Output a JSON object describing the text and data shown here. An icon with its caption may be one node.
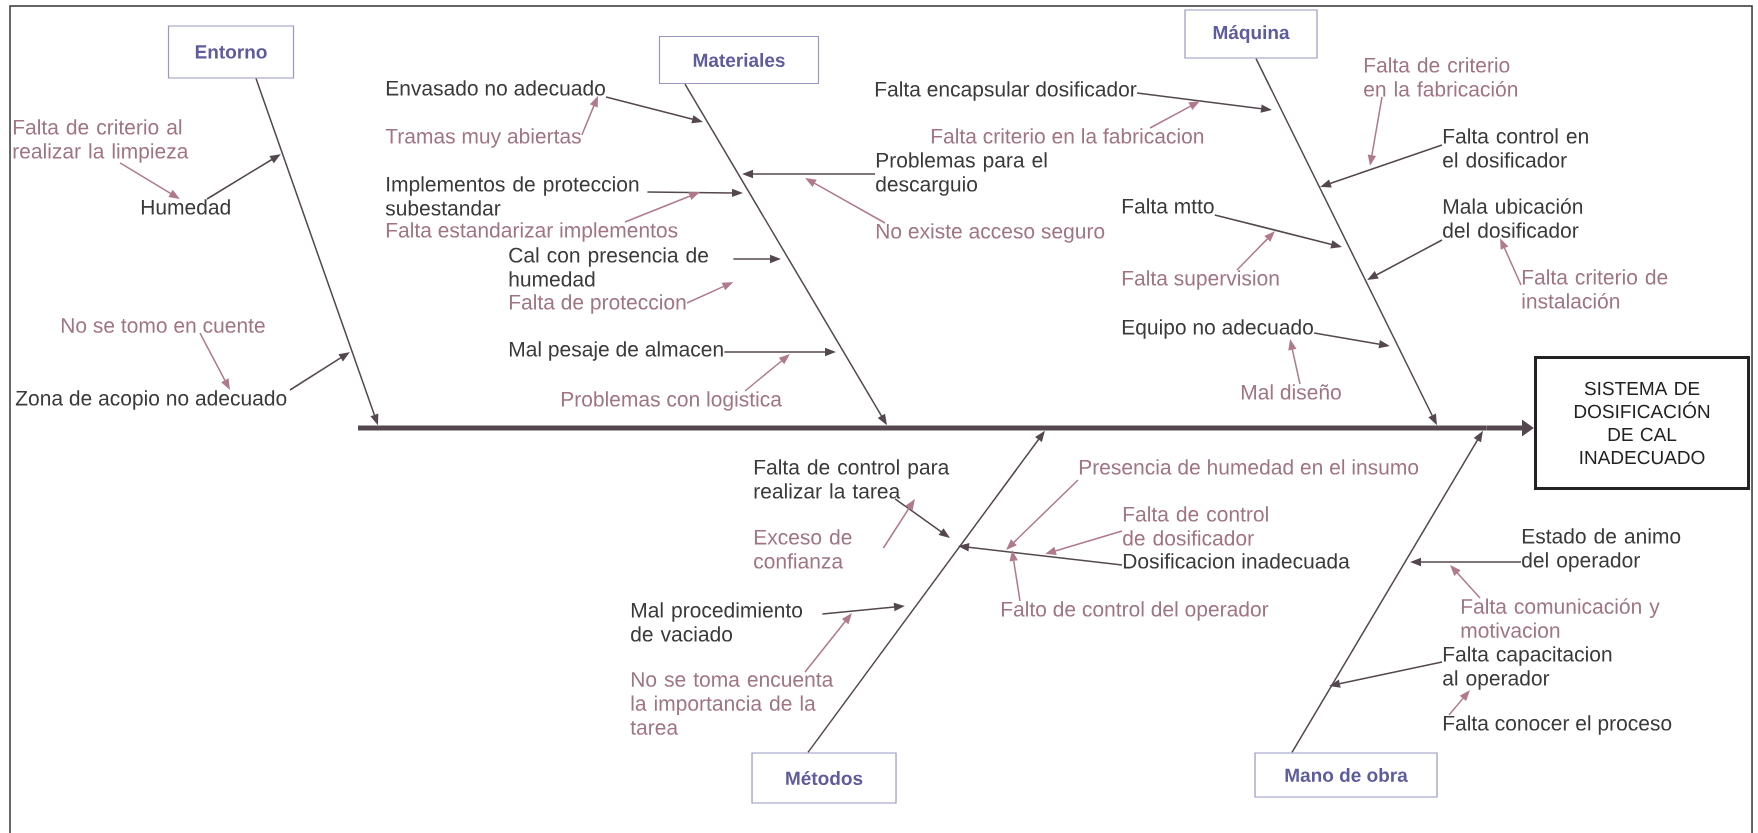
{
  "diagram": {
    "nodes": [
      {
        "text": [
          "Entorno"
        ]
      },
      {
        "text": [
          "Materiales"
        ]
      },
      {
        "text": [
          "Máquina"
        ]
      },
      {
        "text": [
          "SISTEMA DE DOSIFICACIÓN DE CAL INADECUADO"
        ]
      },
      {
        "text": [
          "Métodos"
        ]
      },
      {
        "text": [
          "Mano de obra"
        ]
      },
      {
        "text": [
          "Falta de criterio al realizar la limpieza"
        ]
      },
      {
        "text": [
          "Humedad"
        ]
      },
      {
        "text": [
          "No se tomo en cuente"
        ]
      },
      {
        "text": [
          "Zona de acopio no adecuado"
        ]
      },
      {
        "text": [
          "Envasado no adecuado"
        ]
      },
      {
        "text": [
          "Tramas muy abiertas"
        ]
      },
      {
        "text": [
          "Implementos de proteccion subestandar"
        ]
      },
      {
        "text": [
          "Falta estandarizar implementos"
        ]
      },
      {
        "text": [
          "Cal con presencia de humedad"
        ]
      },
      {
        "text": [
          "Falta de proteccion"
        ]
      },
      {
        "text": [
          "Mal pesaje de almacen"
        ]
      },
      {
        "text": [
          "Problemas con logistica"
        ]
      },
      {
        "text": [
          "Problemas para el descarguio"
        ]
      },
      {
        "text": [
          "No existe acceso seguro"
        ]
      },
      {
        "text": [
          "Falta encapsular dosificador"
        ]
      },
      {
        "text": [
          "Falta criterio en la fabricacion"
        ]
      },
      {
        "text": [
          "Falta mtto"
        ]
      },
      {
        "text": [
          "Falta supervision"
        ]
      },
      {
        "text": [
          "Equipo no adecuado"
        ]
      },
      {
        "text": [
          "Mal diseño"
        ]
      },
      {
        "text": [
          "Falta de criterio en la fabricación"
        ]
      },
      {
        "text": [
          "Falta control en el dosificador"
        ]
      },
      {
        "text": [
          "Mala ubicación del dosificador"
        ]
      },
      {
        "text": [
          "Falta criterio de instalación"
        ]
      },
      {
        "text": [
          "Falta de control para realizar la tarea"
        ]
      },
      {
        "text": [
          "Exceso de confianza"
        ]
      },
      {
        "text": [
          "Mal procedimiento de vaciado"
        ]
      },
      {
        "text": [
          "No se toma encuenta la importancia de la tarea"
        ]
      },
      {
        "text": [
          "Presencia de humedad en el insumo"
        ]
      },
      {
        "text": [
          "Falta de control de dosificador"
        ]
      },
      {
        "text": [
          "Dosificacion inadecuada"
        ]
      },
      {
        "text": [
          "Falto de control del operador"
        ]
      },
      {
        "text": [
          "Estado de animo del operador"
        ]
      },
      {
        "text": [
          "Falta comunicación y motivacion"
        ]
      },
      {
        "text": [
          "Falta capacitacion al operador"
        ]
      },
      {
        "text": [
          "Falta conocer el proceso"
        ]
      },
      {
        "text": [],
        "shape": "bar"
      }
    ],
    "edges": [
      {
        "from": 42,
        "to": 3,
        "arrow": "to",
        "style": "thick"
      },
      {
        "from": 0,
        "to": 42,
        "arrow": "to"
      },
      {
        "from": 1,
        "to": 42,
        "arrow": "to"
      },
      {
        "from": 2,
        "to": 42,
        "arrow": "to"
      },
      {
        "from": 4,
        "to": 42,
        "arrow": "to"
      },
      {
        "from": 5,
        "to": 42,
        "arrow": "to"
      },
      {
        "from": 6,
        "to": 7,
        "arrow": "to",
        "color": "#b07a8a"
      },
      {
        "from": 7,
        "to": null,
        "arrow": "to"
      },
      {
        "from": 8,
        "to": 9,
        "arrow": "to",
        "color": "#b07a8a"
      },
      {
        "from": 9,
        "to": null,
        "arrow": "to"
      },
      {
        "from": 10,
        "to": null,
        "arrow": "to"
      },
      {
        "from": 11,
        "to": 10,
        "arrow": "to",
        "color": "#b07a8a"
      },
      {
        "from": 12,
        "to": null,
        "arrow": "to"
      },
      {
        "from": 13,
        "to": null,
        "arrow": "to",
        "color": "#b07a8a"
      },
      {
        "from": 14,
        "to": null,
        "arrow": "to"
      },
      {
        "from": 15,
        "to": 14,
        "arrow": "to",
        "color": "#b07a8a"
      },
      {
        "from": 16,
        "to": null,
        "arrow": "to"
      },
      {
        "from": 17,
        "to": null,
        "arrow": "to",
        "color": "#b07a8a"
      },
      {
        "from": 18,
        "to": null,
        "arrow": "to"
      },
      {
        "from": 19,
        "to": null,
        "arrow": "to",
        "color": "#b07a8a"
      },
      {
        "from": 20,
        "to": null,
        "arrow": "to"
      },
      {
        "from": 21,
        "to": null,
        "arrow": "to",
        "color": "#b07a8a"
      },
      {
        "from": 22,
        "to": null,
        "arrow": "to"
      },
      {
        "from": 23,
        "to": null,
        "arrow": "to",
        "color": "#b07a8a"
      },
      {
        "from": 24,
        "to": null,
        "arrow": "to"
      },
      {
        "from": 25,
        "to": 24,
        "arrow": "to",
        "color": "#b07a8a"
      },
      {
        "from": 26,
        "to": null,
        "arrow": "to",
        "color": "#b07a8a"
      },
      {
        "from": 27,
        "to": null,
        "arrow": "to"
      },
      {
        "from": 28,
        "to": null,
        "arrow": "to"
      },
      {
        "from": 29,
        "to": 28,
        "arrow": "to",
        "color": "#b07a8a"
      },
      {
        "from": 30,
        "to": null,
        "arrow": "to"
      },
      {
        "from": 31,
        "to": 30,
        "arrow": "to",
        "color": "#b07a8a"
      },
      {
        "from": 32,
        "to": null,
        "arrow": "to"
      },
      {
        "from": 33,
        "to": null,
        "arrow": "to",
        "color": "#b07a8a"
      },
      {
        "from": 34,
        "to": null,
        "arrow": "to",
        "color": "#b07a8a"
      },
      {
        "from": 35,
        "to": null,
        "arrow": "to",
        "color": "#b07a8a"
      },
      {
        "from": 36,
        "to": null,
        "arrow": "to"
      },
      {
        "from": 37,
        "to": null,
        "arrow": "to",
        "color": "#b07a8a"
      },
      {
        "from": 38,
        "to": null,
        "arrow": "to"
      },
      {
        "from": 39,
        "to": null,
        "arrow": "to",
        "color": "#b07a8a"
      },
      {
        "from": 40,
        "to": null,
        "arrow": "to"
      },
      {
        "from": 41,
        "to": 40,
        "arrow": "to",
        "color": "#b07a8a"
      }
    ]
  }
}
